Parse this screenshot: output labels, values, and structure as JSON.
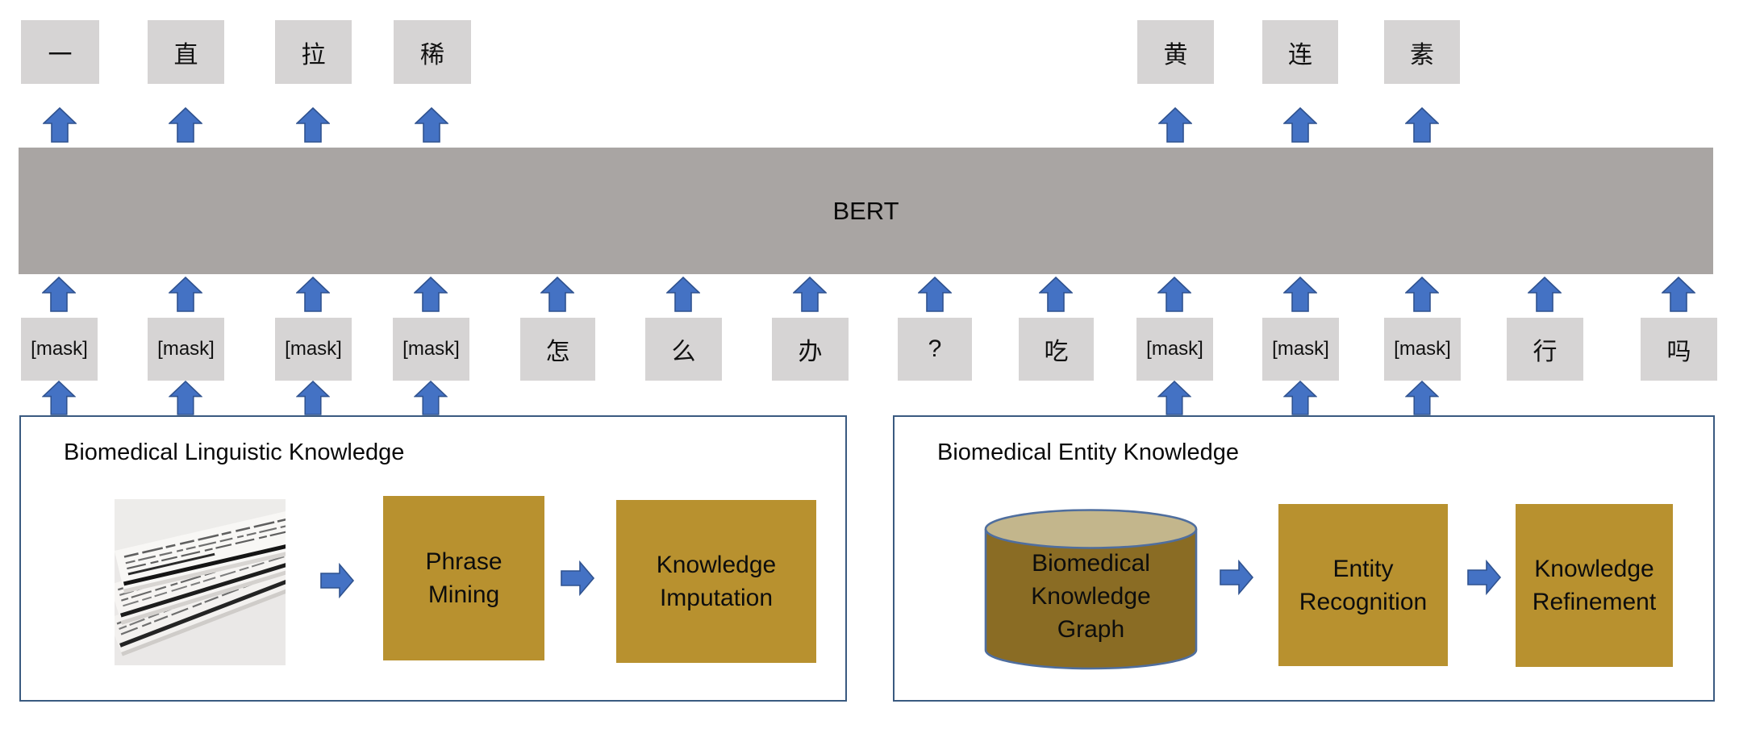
{
  "model": {
    "label": "BERT"
  },
  "predicted_tokens": [
    "一",
    "直",
    "拉",
    "稀",
    "黄",
    "连",
    "素"
  ],
  "input_tokens": [
    "[mask]",
    "[mask]",
    "[mask]",
    "[mask]",
    "怎",
    "么",
    "办",
    "?",
    "吃",
    "[mask]",
    "[mask]",
    "[mask]",
    "行",
    "吗"
  ],
  "left_panel": {
    "title": "Biomedical Linguistic Knowledge",
    "source_icon": "newspaper-photo",
    "steps": [
      {
        "line1": "Phrase",
        "line2": "Mining"
      },
      {
        "line1": "Knowledge",
        "line2": "Imputation"
      }
    ]
  },
  "right_panel": {
    "title": "Biomedical Entity Knowledge",
    "source": {
      "shape_icon": "database-cylinder",
      "lines": [
        "Biomedical",
        "Knowledge",
        "Graph"
      ]
    },
    "steps": [
      {
        "line1": "Entity",
        "line2": "Recognition"
      },
      {
        "line1": "Knowledge",
        "line2": "Refinement"
      }
    ]
  },
  "colors": {
    "arrow_fill": "#4472c4",
    "arrow_border": "#2f528f",
    "token_box_bg": "#d6d4d4",
    "bert_bar_bg": "#a9a5a3",
    "gold_box_bg": "#b8912f",
    "cylinder_body": "#8a6c24",
    "cylinder_top": "#c3b68c",
    "panel_border": "#3a5a80"
  }
}
